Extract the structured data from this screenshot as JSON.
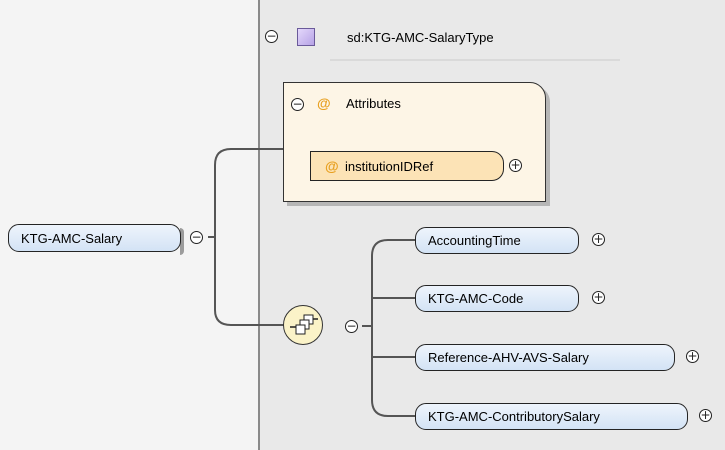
{
  "type_panel": {
    "type_name": "sd:KTG-AMC-SalaryType",
    "collapse_symbol": "⊖"
  },
  "attributes_group": {
    "title": "Attributes",
    "at_symbol": "@",
    "attribute": {
      "name": "institutionIDRef"
    }
  },
  "root_element": {
    "name": "KTG-AMC-Salary"
  },
  "sequence": {
    "children": [
      {
        "name": "AccountingTime"
      },
      {
        "name": "KTG-AMC-Code"
      },
      {
        "name": "Reference-AHV-AVS-Salary"
      },
      {
        "name": "KTG-AMC-ContributorySalary"
      }
    ]
  },
  "symbols": {
    "expand": "+",
    "collapse": "−"
  },
  "colors": {
    "element_fill": "#d3e3f5",
    "attribute_fill": "#fce3b6",
    "attribute_panel": "#fdf5e6",
    "sequence_fill": "#fbf3c8",
    "at_symbol": "#e8a020",
    "type_icon": "#b6a2e6"
  }
}
